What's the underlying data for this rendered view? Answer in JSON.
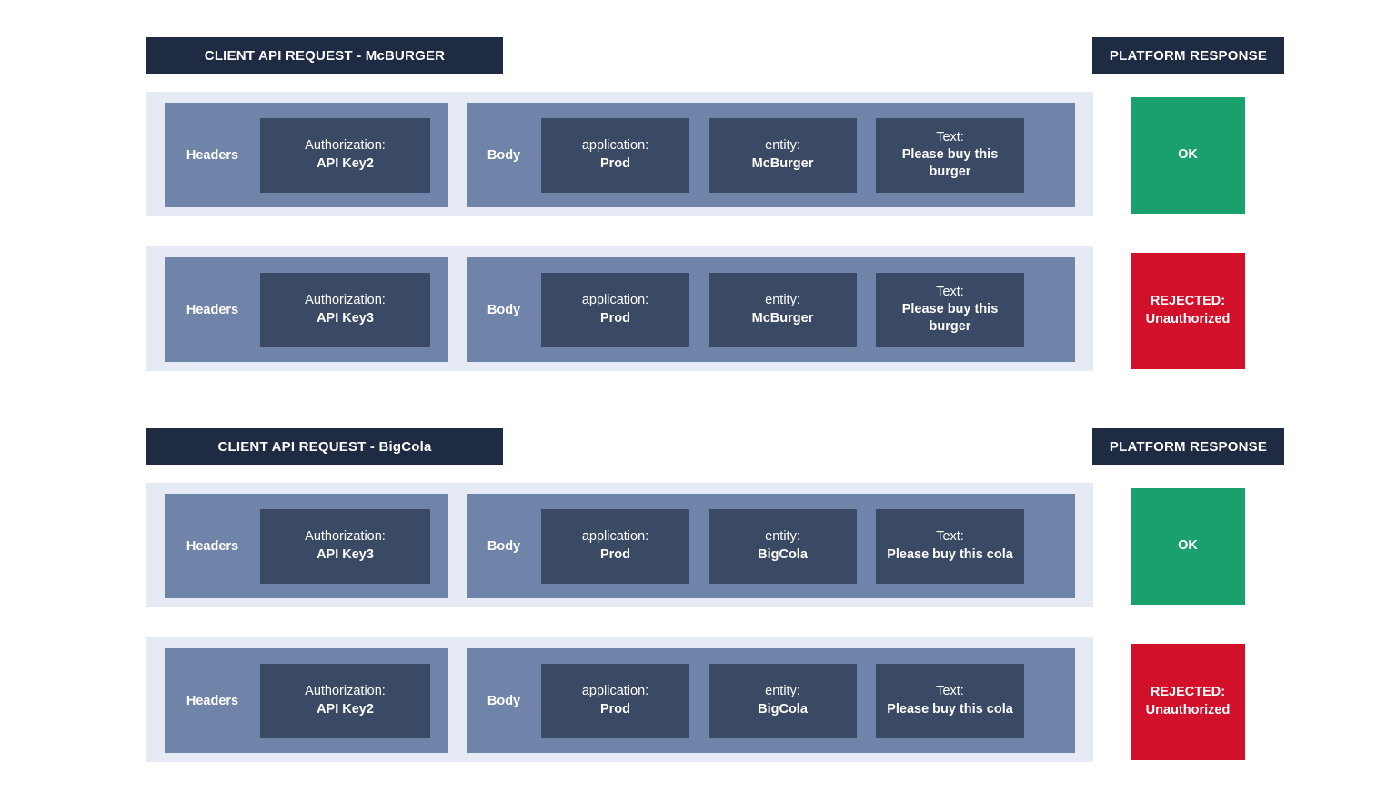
{
  "diagram": {
    "title": "Client API Request / Platform Response matrix",
    "colors": {
      "header_bar": "#1e2b42",
      "row_container": "#e6eaf5",
      "panel": "#7084aa",
      "field_box": "#3a4a64",
      "response_ok": "#19a06c",
      "response_rejected": "#d3102a",
      "text_on_dark": "#ffffff",
      "page_background": "#ffffff"
    }
  },
  "sections": [
    {
      "id": "mcburger",
      "request_header": "CLIENT API REQUEST - McBURGER",
      "response_header": "PLATFORM RESPONSE",
      "rows": [
        {
          "headers_label": "Headers",
          "body_label": "Body",
          "authorization_key": "Authorization:",
          "authorization_value": "API Key2",
          "application_key": "application:",
          "application_value": "Prod",
          "entity_key": "entity:",
          "entity_value": "McBurger",
          "text_key": "Text:",
          "text_value": "Please buy this burger",
          "response_status": "OK",
          "response_detail": "",
          "response_kind": "ok"
        },
        {
          "headers_label": "Headers",
          "body_label": "Body",
          "authorization_key": "Authorization:",
          "authorization_value": "API Key3",
          "application_key": "application:",
          "application_value": "Prod",
          "entity_key": "entity:",
          "entity_value": "McBurger",
          "text_key": "Text:",
          "text_value": "Please buy this burger",
          "response_status": "REJECTED:",
          "response_detail": "Unauthorized",
          "response_kind": "rejected"
        }
      ]
    },
    {
      "id": "bigcola",
      "request_header": "CLIENT API REQUEST - BigCola",
      "response_header": "PLATFORM RESPONSE",
      "rows": [
        {
          "headers_label": "Headers",
          "body_label": "Body",
          "authorization_key": "Authorization:",
          "authorization_value": "API Key3",
          "application_key": "application:",
          "application_value": "Prod",
          "entity_key": "entity:",
          "entity_value": "BigCola",
          "text_key": "Text:",
          "text_value": "Please buy this cola",
          "response_status": "OK",
          "response_detail": "",
          "response_kind": "ok"
        },
        {
          "headers_label": "Headers",
          "body_label": "Body",
          "authorization_key": "Authorization:",
          "authorization_value": "API Key2",
          "application_key": "application:",
          "application_value": "Prod",
          "entity_key": "entity:",
          "entity_value": "BigCola",
          "text_key": "Text:",
          "text_value": "Please buy this cola",
          "response_status": "REJECTED:",
          "response_detail": "Unauthorized",
          "response_kind": "rejected"
        }
      ]
    }
  ]
}
